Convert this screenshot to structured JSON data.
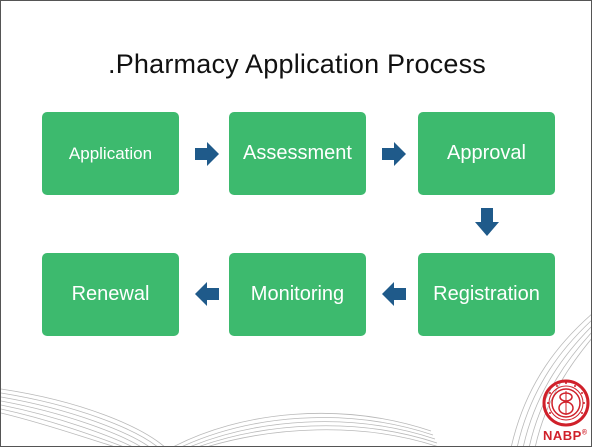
{
  "slide": {
    "title": ".Pharmacy Application Process"
  },
  "steps": [
    {
      "label": "Application"
    },
    {
      "label": "Assessment"
    },
    {
      "label": "Approval"
    },
    {
      "label": "Registration"
    },
    {
      "label": "Monitoring"
    },
    {
      "label": "Renewal"
    }
  ],
  "logo": {
    "text": "NABP",
    "trademark": "®"
  },
  "colors": {
    "box_fill": "#3dba6e",
    "arrow_fill": "#1f5a8a",
    "logo_red": "#d0202a",
    "swirl_line": "#b9b9b9"
  }
}
